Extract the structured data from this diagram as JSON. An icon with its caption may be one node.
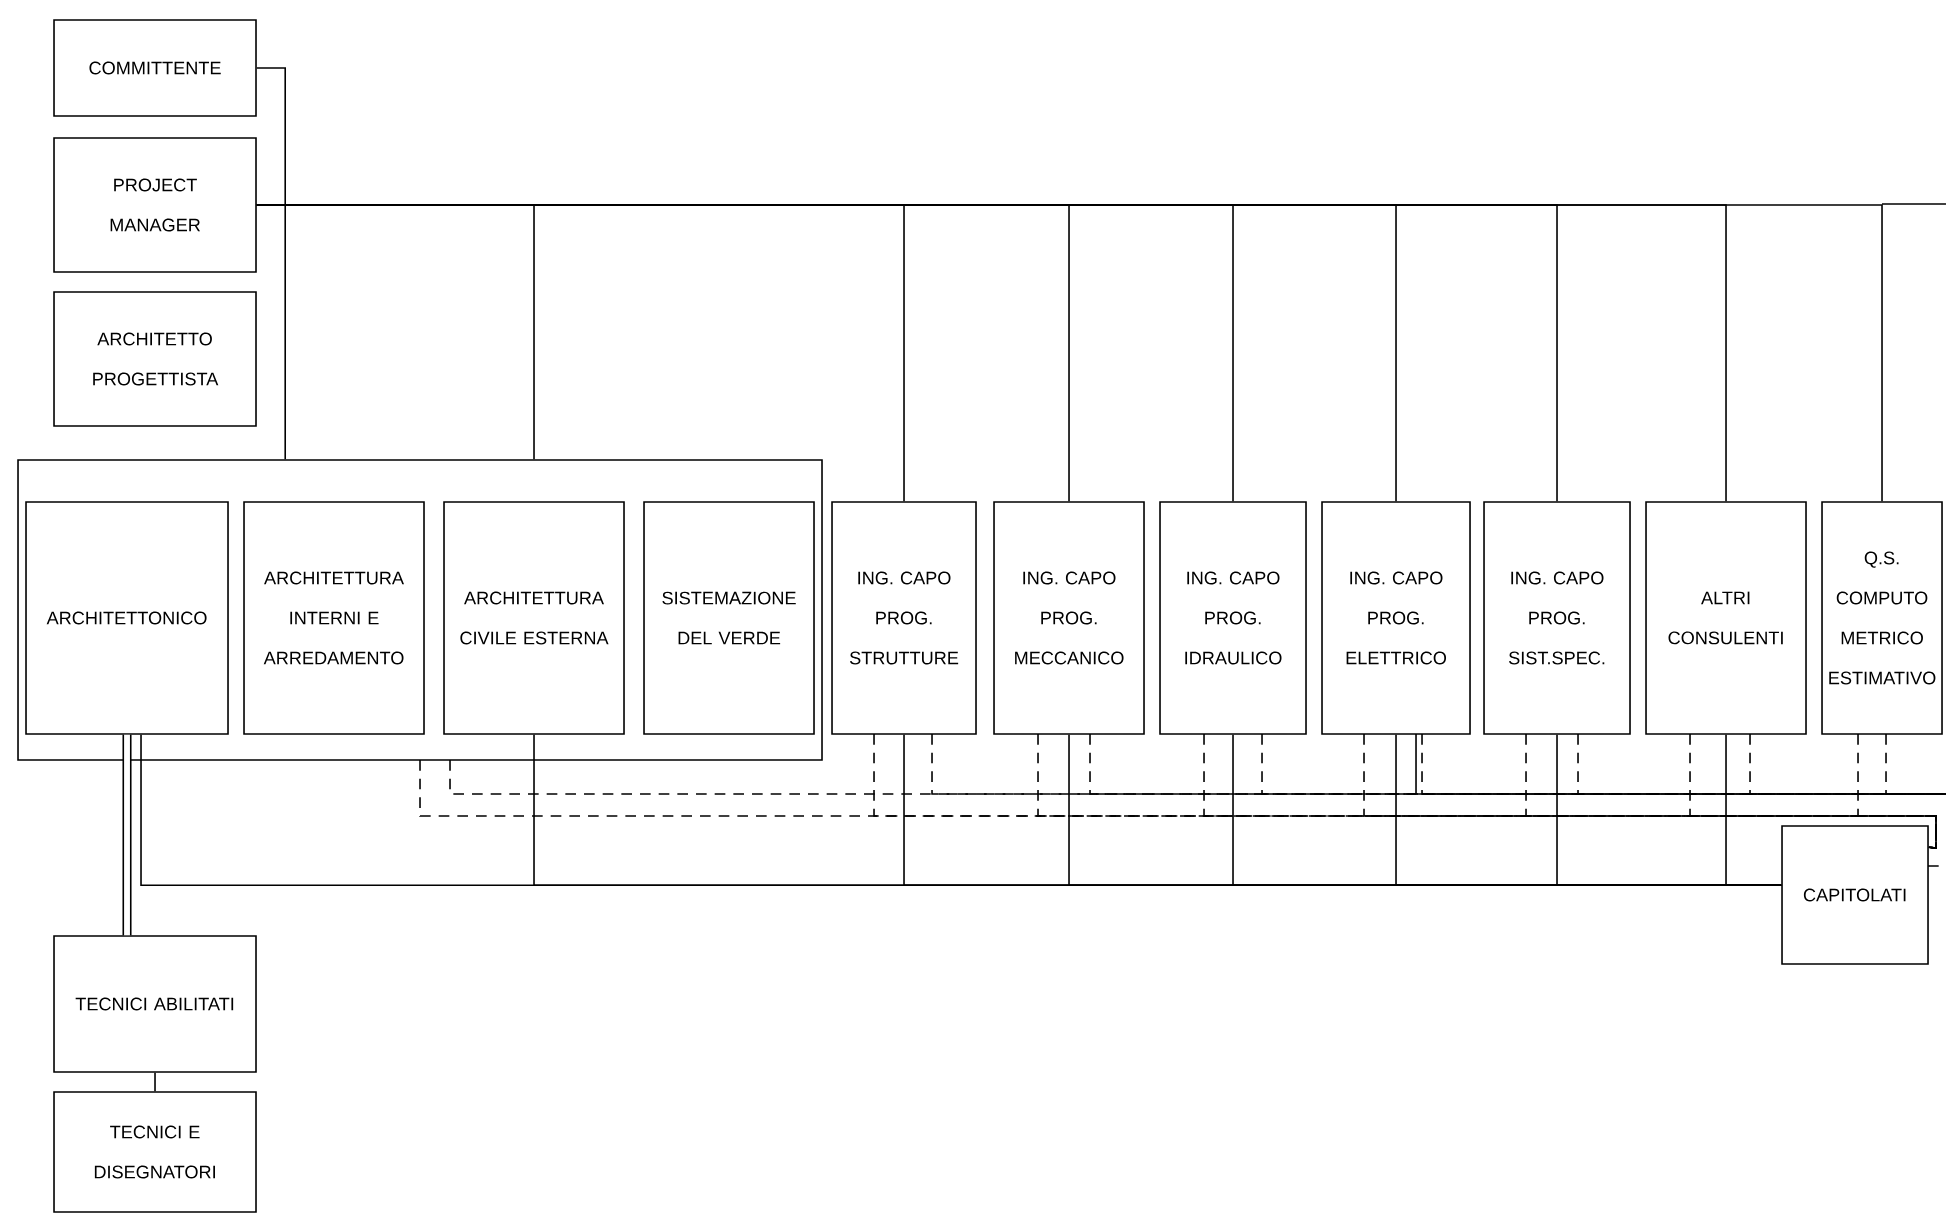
{
  "diagram": {
    "nodes": [
      {
        "text": [
          "COMMITTENTE"
        ]
      },
      {
        "text": [
          "PROJECT MANAGER"
        ]
      },
      {
        "text": [
          "ARCHITETTO PROGETTISTA"
        ]
      },
      {
        "text": [],
        "shape": "box"
      },
      {
        "text": [
          "ARCHITETTONICO"
        ],
        "in": 3
      },
      {
        "text": [
          "ARCHITETTURA INTERNI E ARREDAMENTO"
        ],
        "in": 3
      },
      {
        "text": [
          "ARCHITETTURA CIVILE ESTERNA"
        ],
        "in": 3
      },
      {
        "text": [
          "SISTEMAZIONE DEL VERDE"
        ],
        "in": 3
      },
      {
        "text": [
          "ING. CAPO PROG. STRUTTURE"
        ]
      },
      {
        "text": [
          "ING. CAPO PROG. MECCANICO"
        ]
      },
      {
        "text": [
          "ING. CAPO PROG. IDRAULICO"
        ]
      },
      {
        "text": [
          "ING. CAPO PROG. ELETTRICO"
        ]
      },
      {
        "text": [
          "ING. CAPO PROG. SIST.SPEC."
        ]
      },
      {
        "text": [
          "ALTRI CONSULENTI"
        ]
      },
      {
        "text": [
          "Q.S. COMPUTO METRICO ESTIMATIVO"
        ]
      },
      {
        "text": [
          "CAPITOLATI"
        ]
      },
      {
        "text": [
          "TECNICI ABILITATI"
        ]
      },
      {
        "text": [
          "TECNICI E DISEGNATORI"
        ]
      }
    ],
    "edges": [
      {
        "from": 0,
        "to": 3,
        "arrow": "none"
      },
      {
        "from": 1,
        "to": 3,
        "arrow": "none"
      },
      {
        "from": 1,
        "to": 8,
        "arrow": "none"
      },
      {
        "from": 1,
        "to": 9,
        "arrow": "none"
      },
      {
        "from": 1,
        "to": 10,
        "arrow": "none"
      },
      {
        "from": 1,
        "to": 11,
        "arrow": "none"
      },
      {
        "from": 1,
        "to": 12,
        "arrow": "none"
      },
      {
        "from": 1,
        "to": 13,
        "arrow": "none"
      },
      {
        "from": 1,
        "to": 14,
        "arrow": "none"
      },
      {
        "from": 4,
        "to": 16,
        "arrow": "none",
        "style": "thick"
      },
      {
        "from": 16,
        "to": 17,
        "arrow": "none"
      },
      {
        "from": 4,
        "to": 15,
        "arrow": "none"
      },
      {
        "from": 6,
        "to": 15,
        "arrow": "none"
      },
      {
        "from": 8,
        "to": 15,
        "arrow": "none"
      },
      {
        "from": 9,
        "to": 15,
        "arrow": "none"
      },
      {
        "from": 10,
        "to": 15,
        "arrow": "none"
      },
      {
        "from": 11,
        "to": 15,
        "arrow": "none"
      },
      {
        "from": 12,
        "to": 15,
        "arrow": "none"
      },
      {
        "from": 13,
        "to": 15,
        "arrow": "none"
      },
      {
        "from": 3,
        "to": 15,
        "arrow": "none",
        "style": "dashed"
      },
      {
        "from": 8,
        "to": 15,
        "arrow": "none",
        "style": "dashed"
      },
      {
        "from": 9,
        "to": 15,
        "arrow": "none",
        "style": "dashed"
      },
      {
        "from": 10,
        "to": 15,
        "arrow": "none",
        "style": "dashed"
      },
      {
        "from": 11,
        "to": 15,
        "arrow": "none",
        "style": "dashed"
      },
      {
        "from": 12,
        "to": 15,
        "arrow": "none",
        "style": "dashed"
      },
      {
        "from": 13,
        "to": 15,
        "arrow": "none",
        "style": "dashed"
      },
      {
        "from": 14,
        "to": 15,
        "arrow": "none",
        "style": "dashed"
      }
    ]
  }
}
